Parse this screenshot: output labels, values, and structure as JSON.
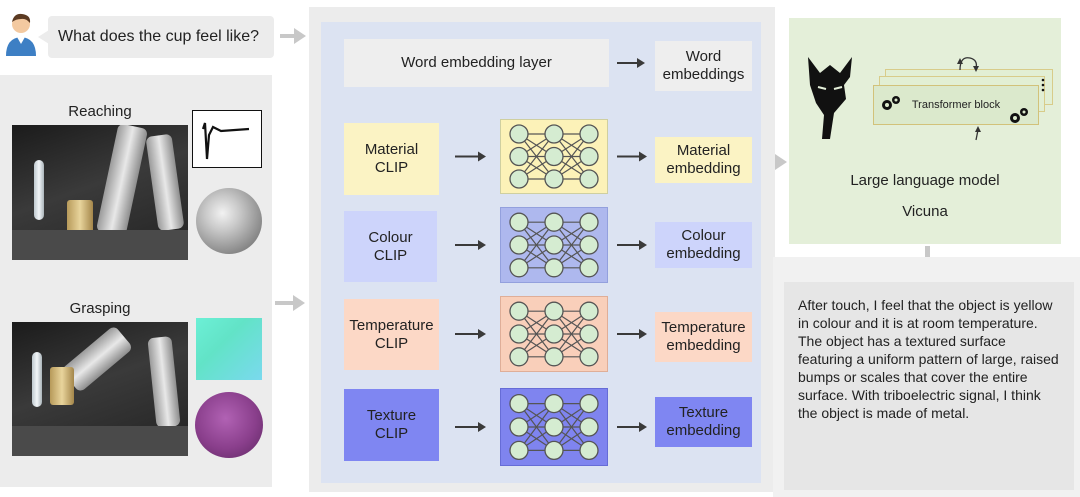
{
  "question": {
    "text": "What does the cup feel like?"
  },
  "left_panel": {
    "reaching_label": "Reaching",
    "grasping_label": "Grasping"
  },
  "center": {
    "word_embedding_layer": "Word embedding layer",
    "word_embeddings": [
      "Word",
      "embeddings"
    ],
    "branches": [
      {
        "clip": [
          "Material",
          "CLIP"
        ],
        "embedding": [
          "Material",
          "embedding"
        ],
        "color": "#fbf3c4"
      },
      {
        "clip": [
          "Colour",
          "CLIP"
        ],
        "embedding": [
          "Colour",
          "embedding"
        ],
        "color": "#cdd4fb"
      },
      {
        "clip": [
          "Temperature",
          "CLIP"
        ],
        "embedding": [
          "Temperature",
          "embedding"
        ],
        "color": "#fcd8c6"
      },
      {
        "clip": [
          "Texture",
          "CLIP"
        ],
        "embedding": [
          "Texture",
          "embedding"
        ],
        "color": "#7f86f2"
      }
    ]
  },
  "llm": {
    "transformer_block": "Transformer block",
    "title": "Large language model",
    "model_name": "Vicuna"
  },
  "output": {
    "text": "After touch, I feel that the object is yellow in colour and it is at room temperature. The object has a textured surface featuring a uniform pattern of large, raised bumps or scales that cover the entire surface. With triboelectric signal, I think the object is made of metal."
  },
  "colors": {
    "arrow": "#3a3a3a",
    "light_arrow": "#c8c8c8",
    "node_fill": "#d5ecd1",
    "node_stroke": "#555555"
  }
}
